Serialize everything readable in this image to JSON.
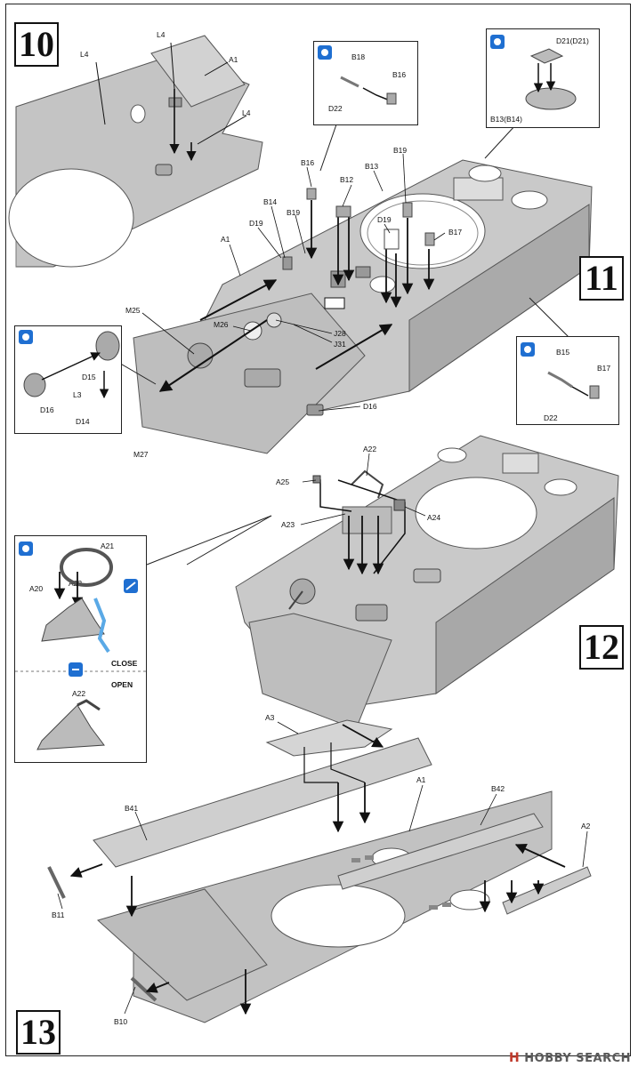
{
  "steps": {
    "s10": "10",
    "s11": "11",
    "s12": "12",
    "s13": "13"
  },
  "labels": {
    "l4a": "L4",
    "l4b": "L4",
    "l4c": "L4",
    "a1_10": "A1",
    "b18": "B18",
    "b16_c": "B16",
    "d22_c": "D22",
    "d21": "D21(D21)",
    "b13b14": "B13(B14)",
    "b16": "B16",
    "b12": "B12",
    "b13": "B13",
    "b19a": "B19",
    "b19b": "B19",
    "b14": "B14",
    "d19a": "D19",
    "d19b": "D19",
    "a1_11": "A1",
    "b17": "B17",
    "m25": "M25",
    "m26": "M26",
    "j28": "J28",
    "j31": "J31",
    "d15": "D15",
    "l3": "L3",
    "d16_c": "D16",
    "d14": "D14",
    "d16": "D16",
    "m27": "M27",
    "b15": "B15",
    "b17_c": "B17",
    "d22_c2": "D22",
    "a22_12": "A22",
    "a25": "A25",
    "a24": "A24",
    "a23": "A23",
    "a21": "A21",
    "a20": "A20",
    "a22_ca": "A22",
    "close": "CLOSE",
    "open": "OPEN",
    "a22_cb": "A22",
    "a3": "A3",
    "a1_13": "A1",
    "b41": "B41",
    "b42": "B42",
    "a2": "A2",
    "b11": "B11",
    "b10": "B10"
  },
  "watermark": {
    "logo": "H",
    "brand": "HOBBY SEARCH"
  },
  "colors": {
    "plastic": "#bdbdbd",
    "plastic_dark": "#8d8d8d",
    "plastic_light": "#d8d8d8",
    "ink": "#111111",
    "icon_blue": "#1f6fd1",
    "highlight_blue": "#5aa9e6"
  }
}
